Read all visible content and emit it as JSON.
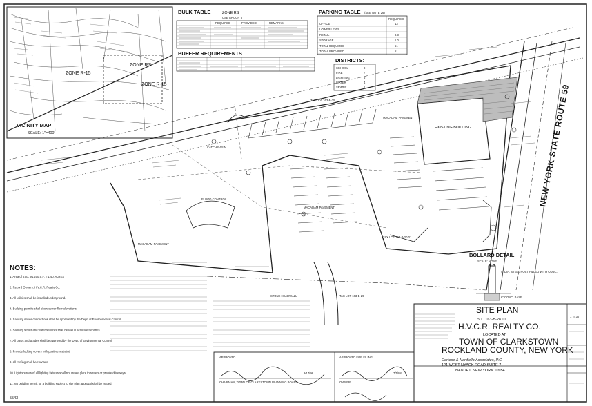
{
  "vicinity_map": {
    "title": "VICINITY MAP",
    "scale": "SCALE: 1\"=400'",
    "zones": [
      "ZONE R-15",
      "ZONE RS",
      "ZONE R-15"
    ]
  },
  "bulk_table": {
    "title": "BULK TABLE",
    "zone": "ZONE RS",
    "use_group": "USE GROUP 'J'",
    "columns": [
      "REQUIRED",
      "PROVIDED",
      "REMARKS"
    ]
  },
  "buffer": {
    "title": "BUFFER REQUIREMENTS"
  },
  "parking": {
    "title": "PARKING TABLE",
    "note": "(SEE NOTE 26)",
    "columns": [
      "REQUIRED"
    ],
    "rows": [
      {
        "label": "OFFICE",
        "value": "13"
      },
      {
        "label": "LOWER LEVEL",
        "value": ""
      },
      {
        "label": "RETAIL",
        "value": "8.3"
      },
      {
        "label": "STORAGE",
        "value": "1.0"
      },
      {
        "label": "TOTAL REQUIRED",
        "value": "51"
      },
      {
        "label": "TOTAL PROVIDED",
        "value": "51"
      }
    ]
  },
  "districts": {
    "title": "DISTRICTS:",
    "rows": [
      {
        "label": "SCHOOL",
        "value": "8"
      },
      {
        "label": "FIRE",
        "value": "7"
      },
      {
        "label": "LIGHTING",
        "value": "6"
      },
      {
        "label": "WATER",
        "value": "4"
      },
      {
        "label": "SEWER",
        "value": "1"
      }
    ]
  },
  "road": "NEW YORK STATE ROUTE 59",
  "labels": {
    "lot_top": "TAX LOT 163-B-25",
    "lot_mid": "TAX LOT 163-B-20.01",
    "lot_bottom": "TAX LOT 163-B-29",
    "flood_control": "FLOOD CONTROL",
    "macadam": "MACADAM PAVEMENT",
    "existing_building": "EXISTING BUILDING",
    "stone_headwall": "STONE HEADWALL",
    "catch_basin": "CATCH BASIN"
  },
  "bollard": {
    "title": "BOLLARD DETAIL",
    "scale": "SCALE: NONE",
    "labels": [
      "4\" DIA. STEEL POST FILLED WITH CONC.",
      "6\" CONC. BASE"
    ]
  },
  "notes": {
    "title": "NOTES:",
    "items": [
      "1. Area of tract: 91,200 S.F. = 1.40 ACRES",
      "2. Record Owners: H.V.C.R. Realty Co.",
      "3. All utilities shall be installed underground.",
      "4. Building permits shall show sewer floor elevations.",
      "5. Sanitary sewer connections shall be approved by the Dept. of Environmental Control.",
      "6. Sanitary sewer and water services shall be laid in accurate trenches.",
      "7. All curbs and grades shall be approved by the Dept. of Environmental Control.",
      "8. Provide locking covers with positive restraint.",
      "9. All roofing shall be concrete.",
      "10. Light sources of all lighting fixtures shall not create glare to streets or private driveways.",
      "11. No building permit for a building subject to site plan approval shall be issued."
    ]
  },
  "title_block": {
    "drawing": "SITE PLAN",
    "lot": "S.L. 163-B-28.01",
    "client": "H.V.C.R. REALTY CO.",
    "located": "LOCATED AT",
    "town": "TOWN OF CLARKSTOWN",
    "county": "ROCKLAND COUNTY, NEW YORK",
    "firm": "Cortese & Nardiello Associates, P.C.",
    "address": "121 WEST NYACK ROAD SUITE 7",
    "city": "NANUET, NEW YORK 10954",
    "signature_label": "CHAIRMAN, TOWN OF CLARKSTOWN PLANNING BOARD",
    "approved": "APPROVED",
    "approved_filing": "APPROVED FOR FILING",
    "owner": "OWNER",
    "date1": "9/17/98",
    "date2": "7/1/98",
    "sheet_no": "5543",
    "scale": "1\" = 30'"
  }
}
